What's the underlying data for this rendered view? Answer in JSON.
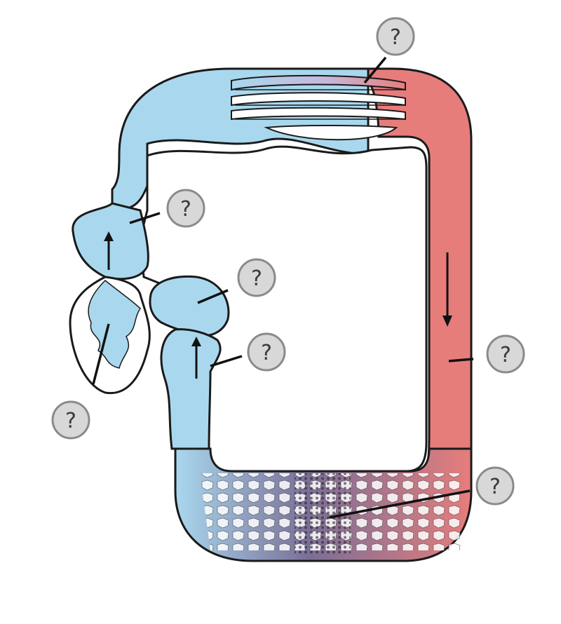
{
  "colors": {
    "deoxygenated": "#a9d8ee",
    "oxygenated": "#e77d7b",
    "outline": "#1a1a1a",
    "badge": "#d8d8d8",
    "badge_rim": "#8a8a8a"
  },
  "labels": [
    {
      "id": "gill-label",
      "text": "?"
    },
    {
      "id": "atrium-label",
      "text": "?"
    },
    {
      "id": "ventricle-label",
      "text": "?"
    },
    {
      "id": "sinus-venosus-label",
      "text": "?"
    },
    {
      "id": "conus-label",
      "text": "?"
    },
    {
      "id": "artery-label",
      "text": "?"
    },
    {
      "id": "capillary-label",
      "text": "?"
    }
  ]
}
